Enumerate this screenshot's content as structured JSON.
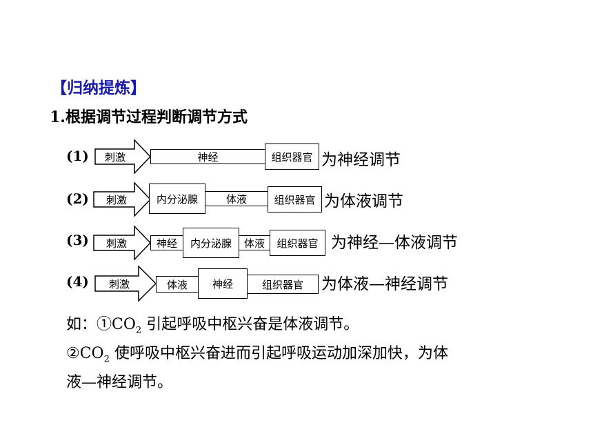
{
  "heading": "【归纳提炼】",
  "subheading": "1.根据调节过程判断调节方式",
  "rows": [
    {
      "num": "(1)",
      "stimulus": "刺激",
      "steps": [
        "神经",
        "组织器官"
      ],
      "result": "为神经调节"
    },
    {
      "num": "(2)",
      "stimulus": "刺激",
      "steps": [
        "内分泌腺",
        "体液",
        "组织器官"
      ],
      "result": "为体液调节"
    },
    {
      "num": "(3)",
      "stimulus": "刺激",
      "steps": [
        "神经",
        "内分泌腺",
        "体液",
        "组织器官"
      ],
      "result": "为神经—体液调节"
    },
    {
      "num": "(4)",
      "stimulus": "刺激",
      "steps": [
        "体液",
        "神经",
        "组织器官"
      ],
      "result": "为体液—神经调节"
    }
  ],
  "example": {
    "line1_prefix": "如：①CO",
    "line1_sub": "2",
    "line1_suffix": "引起呼吸中枢兴奋是体液调节。",
    "line2_prefix": "②CO",
    "line2_sub": "2",
    "line2_suffix": "使呼吸中枢兴奋进而引起呼吸运动加深加快，为体",
    "line3": "液—神经调节。"
  }
}
